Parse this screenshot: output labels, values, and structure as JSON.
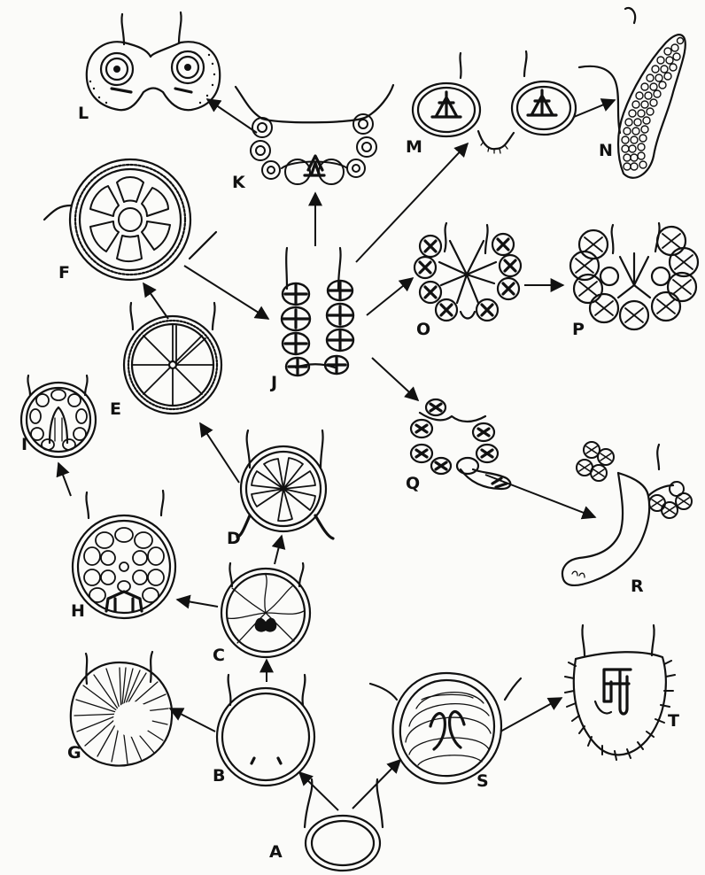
{
  "figure": {
    "nodes": [
      {
        "id": "A",
        "label": "A"
      },
      {
        "id": "B",
        "label": "B"
      },
      {
        "id": "C",
        "label": "C"
      },
      {
        "id": "D",
        "label": "D"
      },
      {
        "id": "E",
        "label": "E"
      },
      {
        "id": "F",
        "label": "F"
      },
      {
        "id": "G",
        "label": "G"
      },
      {
        "id": "H",
        "label": "H"
      },
      {
        "id": "I",
        "label": "I"
      },
      {
        "id": "J",
        "label": "J"
      },
      {
        "id": "K",
        "label": "K"
      },
      {
        "id": "L",
        "label": "L"
      },
      {
        "id": "M",
        "label": "M"
      },
      {
        "id": "N",
        "label": "N"
      },
      {
        "id": "O",
        "label": "O"
      },
      {
        "id": "P",
        "label": "P"
      },
      {
        "id": "Q",
        "label": "Q"
      },
      {
        "id": "R",
        "label": "R"
      },
      {
        "id": "S",
        "label": "S"
      },
      {
        "id": "T",
        "label": "T"
      }
    ],
    "edges": [
      {
        "from": "A",
        "to": "B"
      },
      {
        "from": "A",
        "to": "S"
      },
      {
        "from": "B",
        "to": "G"
      },
      {
        "from": "B",
        "to": "C"
      },
      {
        "from": "C",
        "to": "H"
      },
      {
        "from": "C",
        "to": "D"
      },
      {
        "from": "H",
        "to": "I"
      },
      {
        "from": "D",
        "to": "E"
      },
      {
        "from": "E",
        "to": "F"
      },
      {
        "from": "F",
        "to": "J"
      },
      {
        "from": "J",
        "to": "K"
      },
      {
        "from": "K",
        "to": "L"
      },
      {
        "from": "J",
        "to": "M"
      },
      {
        "from": "M",
        "to": "N"
      },
      {
        "from": "J",
        "to": "O"
      },
      {
        "from": "O",
        "to": "P"
      },
      {
        "from": "J",
        "to": "Q"
      },
      {
        "from": "Q",
        "to": "R"
      },
      {
        "from": "S",
        "to": "T"
      }
    ]
  }
}
